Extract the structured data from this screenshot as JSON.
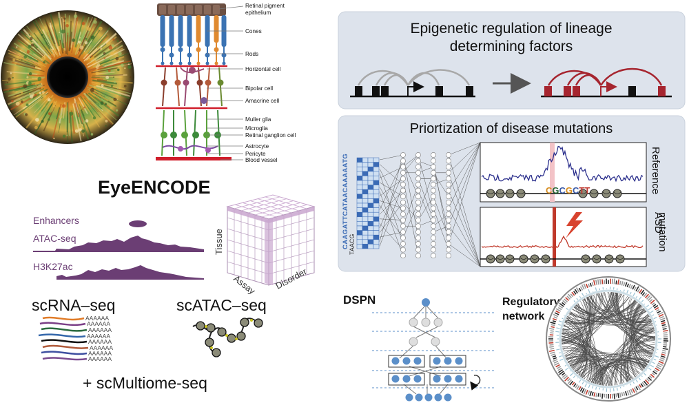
{
  "retina_labels": [
    "Retinal pigment",
    "epithelium",
    "Cones",
    "Rods",
    "Horizontal cell",
    "Bipolar cell",
    "Amacrine cell",
    "Muller glia",
    "Microglia",
    "Retinal ganglion cell",
    "Astrocyte",
    "Pericyte",
    "Blood vessel"
  ],
  "eyeencode_title": "EyeENCODE",
  "tracks": {
    "enhancers": "Enhancers",
    "atac": "ATAC-seq",
    "h3k27ac": "H3K27ac"
  },
  "cube": {
    "tissue": "Tissue",
    "assay": "Assay",
    "disorder": "Disorder"
  },
  "sc": {
    "rna": "scRNA–seq",
    "atac": "scATAC–seq",
    "multiome": "+ scMultiome-seq",
    "polya": "AAAAAA"
  },
  "panel1": {
    "title_line1": "Epigenetic regulation of lineage",
    "title_line2": "determining factors"
  },
  "panel2": {
    "title": "Priortization of disease mutations",
    "reference": "Reference",
    "asd_line1": "ASD",
    "asd_line2": "mutation",
    "seq_col1": "CAAGATTCATAACAAAAATG",
    "seq_col2": "TAACG"
  },
  "dspn": {
    "title": "DSPN"
  },
  "network": {
    "line1": "Regulatory",
    "line2": "network"
  },
  "colors": {
    "panel_bg": "#dde3ec",
    "panel_border": "#c9d1dc",
    "ref_track": "#2a2e8c",
    "asd_track": "#c0392b",
    "dark_red": "#a6252f",
    "track_purple": "#6b3e74",
    "cube_purple": "#c9a6cf",
    "dspn_blue": "#5b8fc9"
  }
}
